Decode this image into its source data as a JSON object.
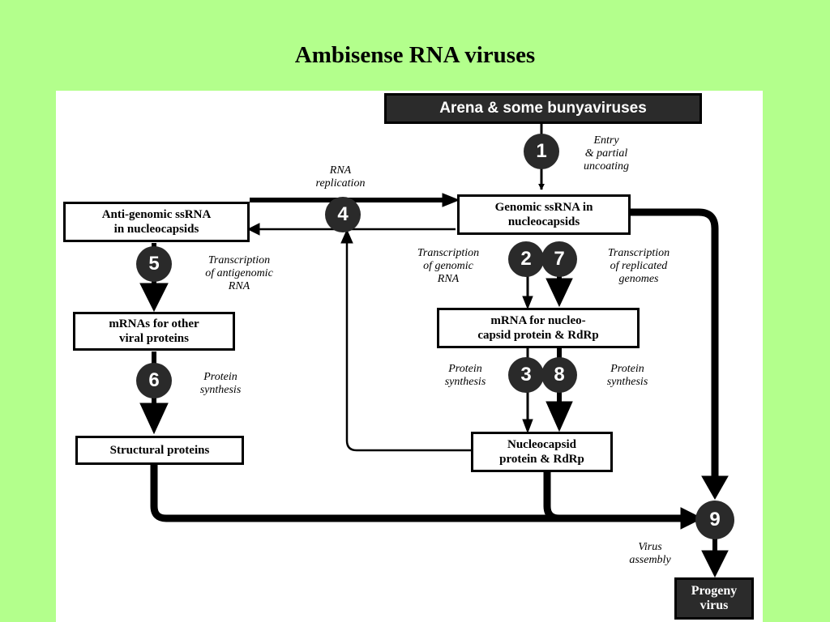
{
  "title": "Ambisense RNA viruses",
  "boxes": {
    "arena": "Arena & some bunyaviruses",
    "genomic": "Genomic ssRNA in\nnucleocapsids",
    "antigenomic": "Anti-genomic ssRNA\nin nucleocapsids",
    "mrna_other": "mRNAs for other\nviral proteins",
    "structural": "Structural proteins",
    "mrna_nucleo": "mRNA for nucleo-\ncapsid protein & RdRp",
    "nucleocapsid": "Nucleocapsid\nprotein & RdRp",
    "progeny": "Progeny\nvirus"
  },
  "steps": [
    "1",
    "2",
    "3",
    "4",
    "5",
    "6",
    "7",
    "8",
    "9"
  ],
  "notes": {
    "entry": "Entry\n& partial\nuncoating",
    "rna_replication": "RNA\nreplication",
    "transcription_genomic": "Transcription\nof genomic\nRNA",
    "transcription_replicated": "Transcription\nof replicated\ngenomes",
    "transcription_antigenomic": "Transcription\nof antigenomic\nRNA",
    "protein_synthesis_left": "Protein\nsynthesis",
    "protein_synthesis_mid": "Protein\nsynthesis",
    "protein_synthesis_right": "Protein\nsynthesis",
    "protein_synthesis_6": "Protein\nsynthesis",
    "virus_assembly": "Virus\nassembly"
  },
  "colors": {
    "background": "#b3ff8c",
    "panel": "#ffffff",
    "step_circle": "#2a2a2a",
    "dark_box": "#2b2b2b"
  }
}
